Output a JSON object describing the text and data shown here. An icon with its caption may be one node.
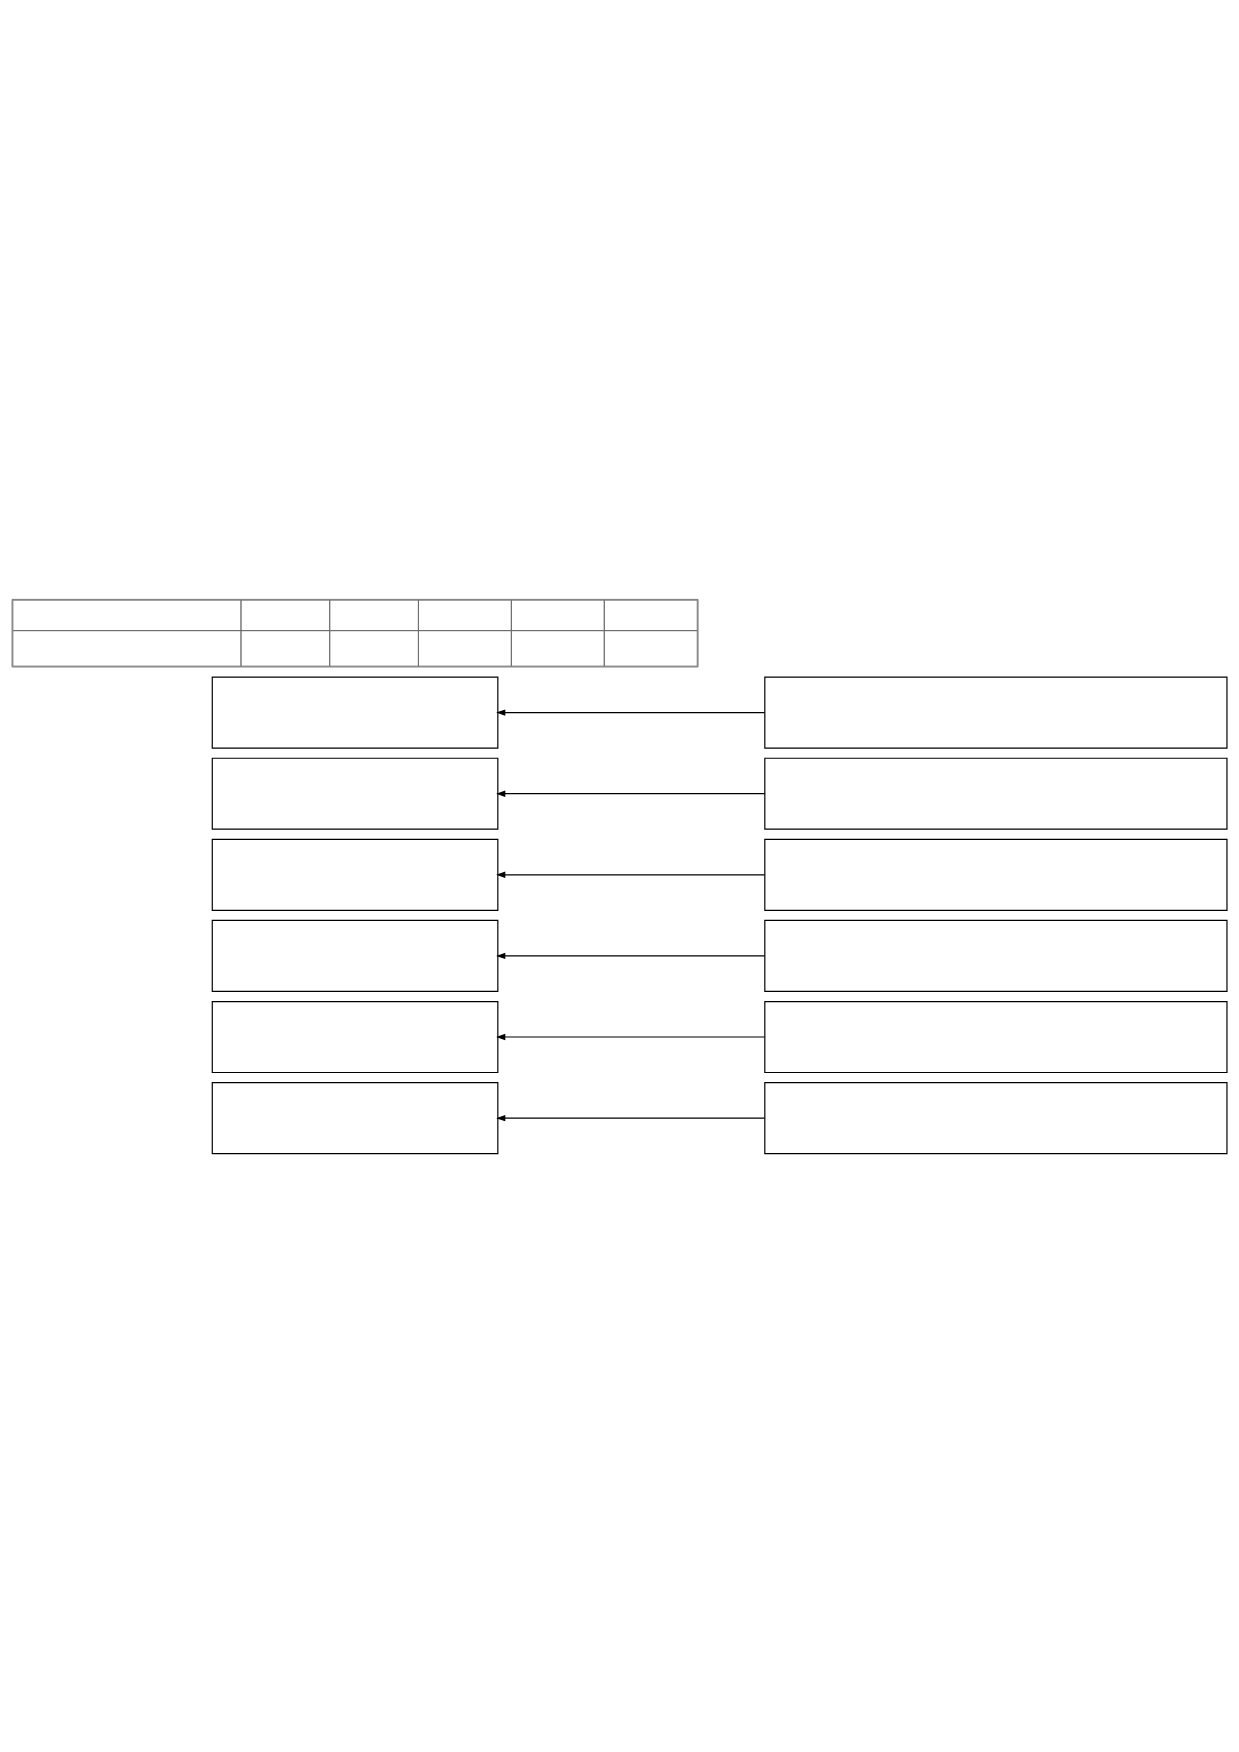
{
  "diagram": {
    "nodes": [
      {
        "text": [],
        "shape": "table"
      },
      {
        "text": [],
        "shape": "box"
      },
      {
        "text": [],
        "shape": "box"
      },
      {
        "text": [],
        "shape": "box"
      },
      {
        "text": [],
        "shape": "box"
      },
      {
        "text": [],
        "shape": "box"
      },
      {
        "text": [],
        "shape": "box"
      },
      {
        "text": [],
        "shape": "box"
      },
      {
        "text": [],
        "shape": "box"
      },
      {
        "text": [],
        "shape": "box"
      },
      {
        "text": [],
        "shape": "box"
      },
      {
        "text": [],
        "shape": "box"
      },
      {
        "text": [],
        "shape": "box"
      }
    ],
    "edges": [
      {
        "from": 2,
        "to": 1,
        "arrow": "to"
      },
      {
        "from": 4,
        "to": 3,
        "arrow": "to"
      },
      {
        "from": 6,
        "to": 5,
        "arrow": "to"
      },
      {
        "from": 8,
        "to": 7,
        "arrow": "to"
      },
      {
        "from": 10,
        "to": 9,
        "arrow": "to"
      },
      {
        "from": 12,
        "to": 11,
        "arrow": "to"
      }
    ]
  }
}
